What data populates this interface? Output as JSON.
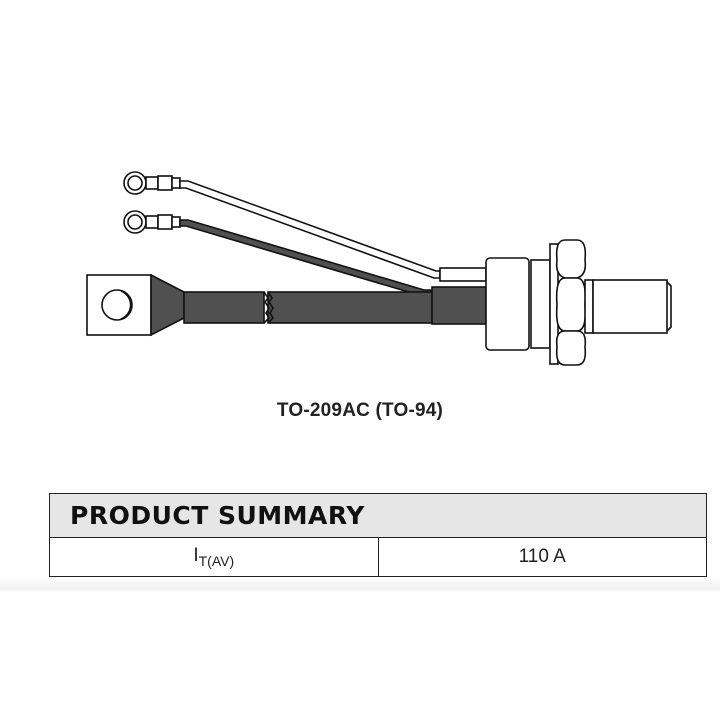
{
  "figure": {
    "package_caption": "TO-209AC (TO-94)",
    "icon": "stud-thyristor-drawing",
    "colors": {
      "cable": "#505050",
      "outline": "#111111",
      "header_bg": "#e6e6e6"
    }
  },
  "product_summary": {
    "title": "PRODUCT SUMMARY",
    "rows": [
      {
        "param_main": "I",
        "param_sub": "T(AV)",
        "value": "110 A"
      }
    ]
  }
}
